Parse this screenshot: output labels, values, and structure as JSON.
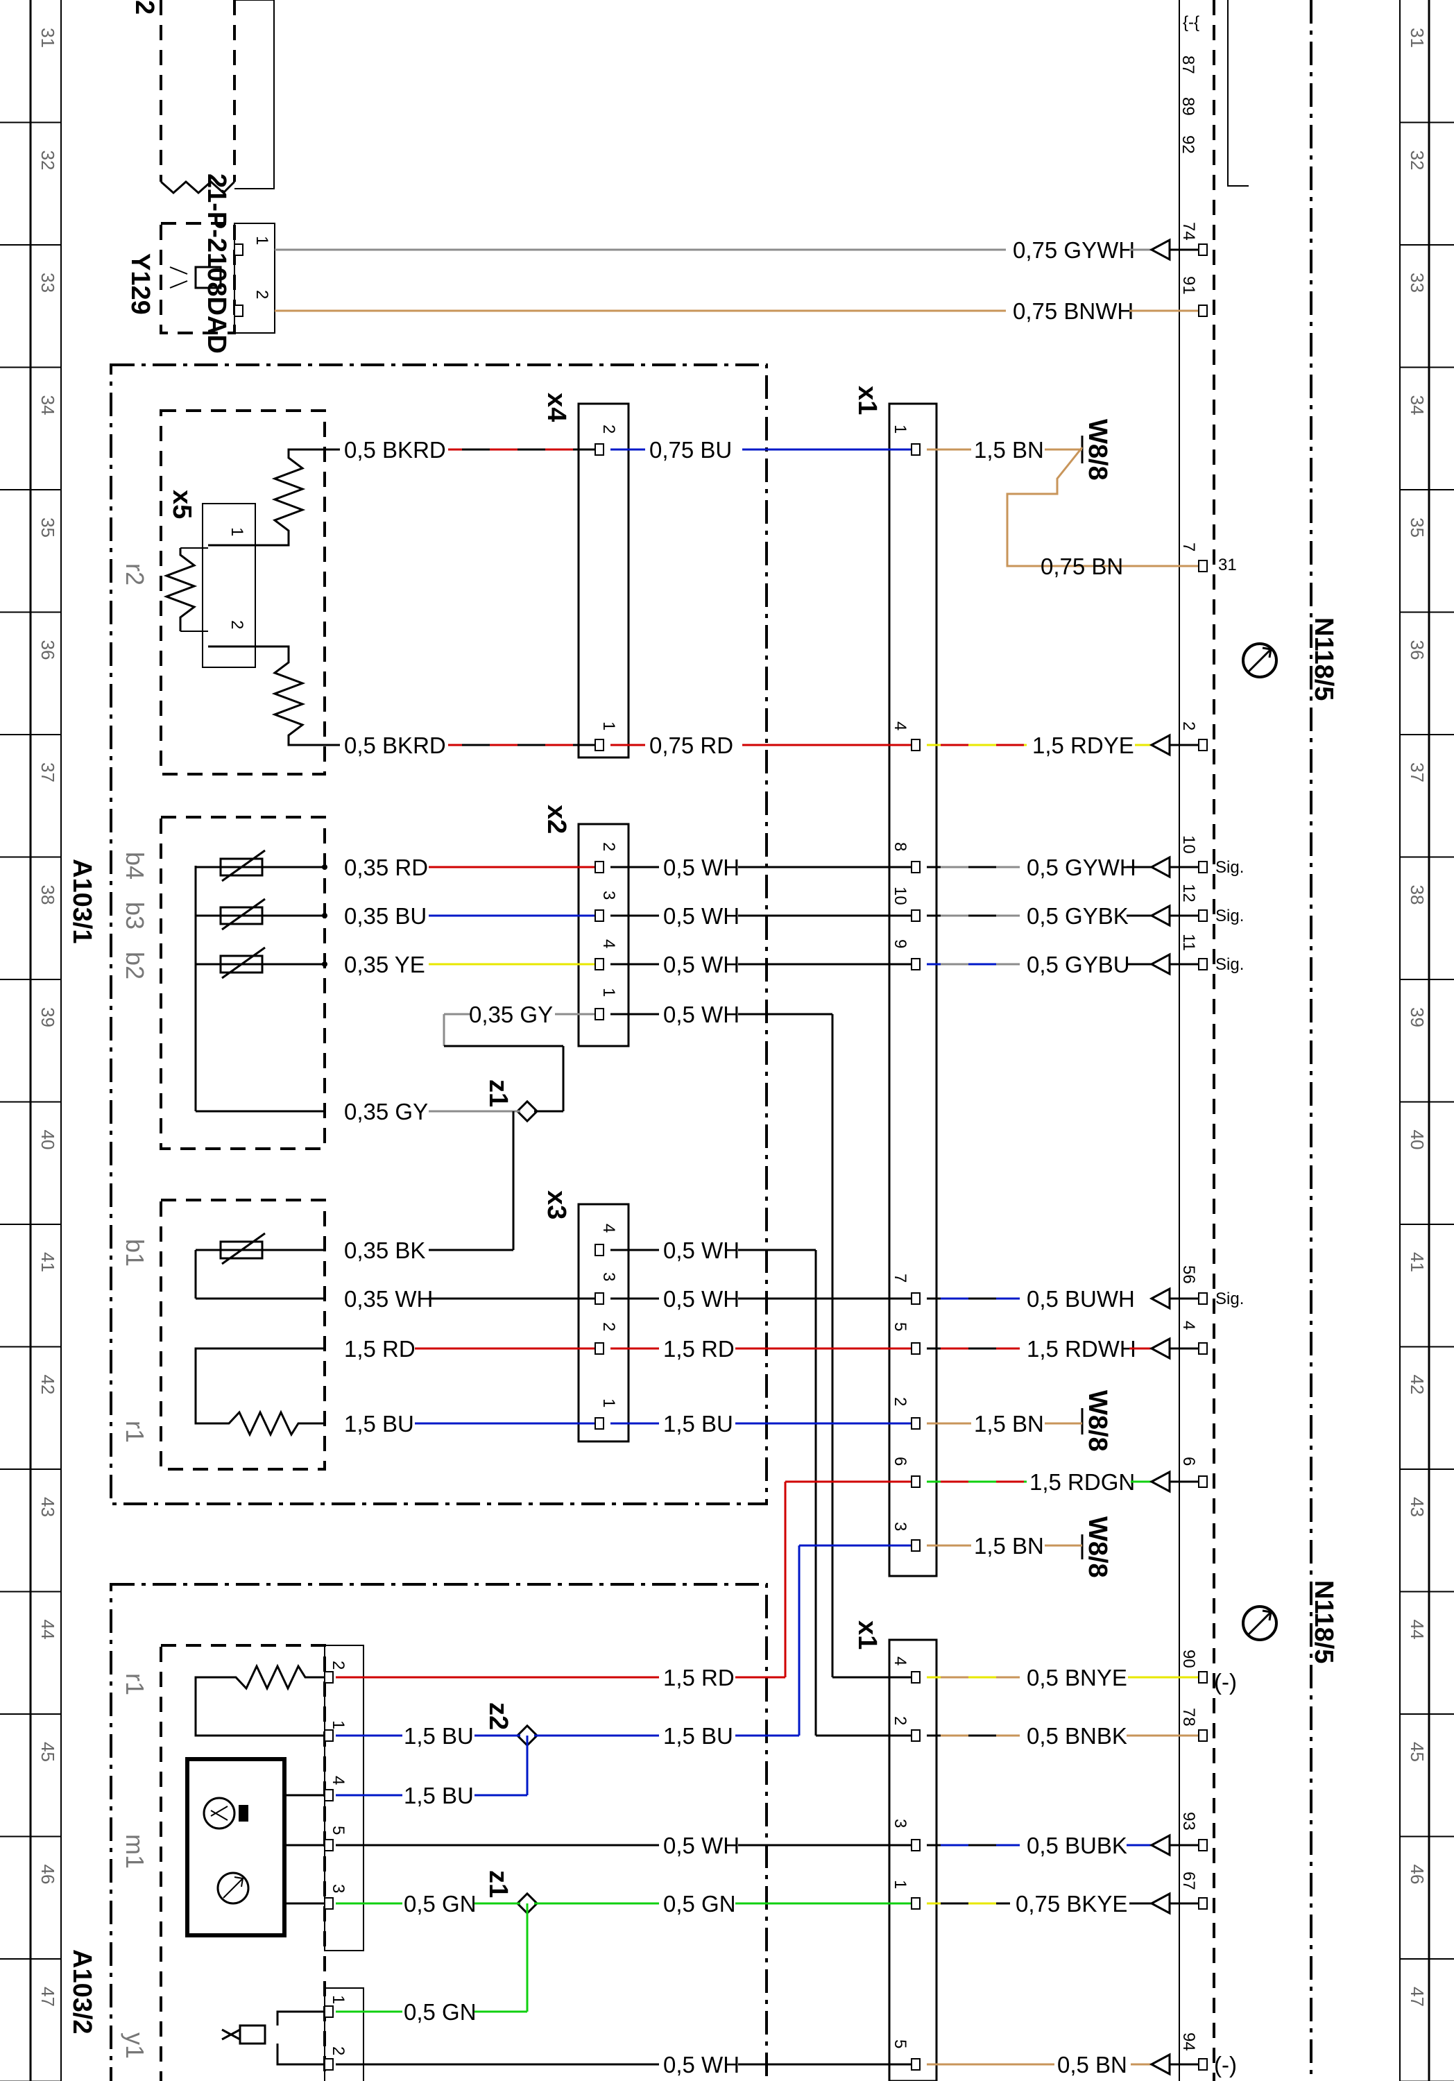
{
  "colors": {
    "RD": "#d00000",
    "BU": "#0018c8",
    "YE": "#e8e800",
    "GY": "#8c8c8c",
    "BK": "#000000",
    "WH": "#000000",
    "BN": "#c8955a",
    "GN": "#10d010"
  },
  "rows": [
    "31",
    "32",
    "33",
    "34",
    "35",
    "36",
    "37",
    "38",
    "39",
    "40",
    "41",
    "42",
    "43",
    "44",
    "45",
    "46",
    "47"
  ],
  "labels": {
    "top_part_number": "21-P-2108DAD",
    "top_left_num": "2",
    "y129": "Y129",
    "a103_1": "A103/1",
    "a103_2": "A103/2",
    "n118_5_a": "N118/5",
    "n118_5_b": "N118/5",
    "w88_a": "W8/8",
    "w88_b": "W8/8",
    "w88_c": "W8/8",
    "x1_a": "x1",
    "x1_b": "x1",
    "x2": "x2",
    "x3": "x3",
    "x4": "x4",
    "x5": "x5",
    "z1_a": "z1",
    "z1_b": "z1",
    "z2": "z2",
    "r2": "r2",
    "b4": "b4",
    "b3": "b3",
    "b2": "b2",
    "b1": "b1",
    "r1_a": "r1",
    "r1_b": "r1",
    "m1": "m1",
    "y1": "y1",
    "pin_87": "87",
    "pin_89": "89",
    "pin_92": "92",
    "pin_74": "74",
    "pin_91": "91",
    "pin_7": "7",
    "term_31": "31",
    "pin_2r": "2",
    "pin_10r": "10",
    "pin_12r": "12",
    "pin_11r": "11",
    "sig1": "Sig.",
    "sig2": "Sig.",
    "sig3": "Sig.",
    "sig4": "Sig.",
    "pin_56": "56",
    "pin_4r": "4",
    "pin_6r": "6",
    "pin_90": "90",
    "pin_78": "78",
    "pin_93": "93",
    "pin_67": "67",
    "pin_94": "94",
    "minus1": "(-)",
    "minus2": "(-)",
    "y129_p1": "1",
    "y129_p2": "2",
    "x5_p1": "1",
    "x5_p2": "2",
    "x4_p2": "2",
    "x4_p1": "1",
    "x2_p2": "2",
    "x2_p3": "3",
    "x2_p4": "4",
    "x2_p1": "1",
    "x3_p4": "4",
    "x3_p3": "3",
    "x3_p2": "2",
    "x3_p1": "1",
    "x1a_p1": "1",
    "x1a_p4": "4",
    "x1a_p8": "8",
    "x1a_p10": "10",
    "x1a_p9": "9",
    "x1a_p7": "7",
    "x1a_p5": "5",
    "x1a_p2": "2",
    "x1a_p6": "6",
    "x1a_p3": "3",
    "x1b_p4": "4",
    "x1b_p2": "2",
    "x1b_p3": "3",
    "x1b_p1": "1",
    "x1b_p5": "5",
    "a2_p2": "2",
    "a2_p1": "1",
    "a2_p4": "4",
    "a2_p5": "5",
    "a2_p3": "3",
    "y1_p1": "1",
    "y1_p2": "2"
  },
  "wires": {
    "w_075gywh": "0,75 GYWH",
    "w_075bnwh": "0,75 BNWH",
    "w_05bkrd_a": "0,5 BKRD",
    "w_075bu": "0,75 BU",
    "w_15bn_a": "1,5 BN",
    "w_075bn": "0,75 BN",
    "w_05bkrd_b": "0,5 BKRD",
    "w_075rd": "0,75 RD",
    "w_15rdye": "1,5 RDYE",
    "w_035rd": "0,35 RD",
    "w_05wh_1": "0,5 WH",
    "w_05gywh": "0,5 GYWH",
    "w_035bu": "0,35 BU",
    "w_05wh_2": "0,5 WH",
    "w_05gybk": "0,5 GYBK",
    "w_035ye": "0,35 YE",
    "w_05wh_3": "0,5 WH",
    "w_05gybu": "0,5 GYBU",
    "w_035gy_a": "0,35 GY",
    "w_05wh_4": "0,5 WH",
    "w_035gy_b": "0,35 GY",
    "w_035bk": "0,35 BK",
    "w_05wh_5": "0,5 WH",
    "w_035wh": "0,35 WH",
    "w_05wh_6": "0,5 WH",
    "w_05buwh": "0,5 BUWH",
    "w_15rd_a": "1,5 RD",
    "w_15rd_b": "1,5 RD",
    "w_15rdwh": "1,5 RDWH",
    "w_15bu_a": "1,5 BU",
    "w_15bu_b": "1,5 BU",
    "w_15bn_b": "1,5 BN",
    "w_15rdgn": "1,5 RDGN",
    "w_15bn_c": "1,5 BN",
    "w_15rd_c": "1,5 RD",
    "w_05bnye": "0,5 BNYE",
    "w_15bu_c": "1,5 BU",
    "w_15bu_d": "1,5 BU",
    "w_05bnbk": "0,5 BNBK",
    "w_15bu_e": "1,5 BU",
    "w_05wh_7": "0,5 WH",
    "w_05bubk": "0,5 BUBK",
    "w_05gn_a": "0,5 GN",
    "w_05gn_b": "0,5 GN",
    "w_075bkye": "0,75 BKYE",
    "w_05gn_c": "0,5 GN",
    "w_05wh_8": "0,5 WH",
    "w_05bn": "0,5 BN"
  }
}
